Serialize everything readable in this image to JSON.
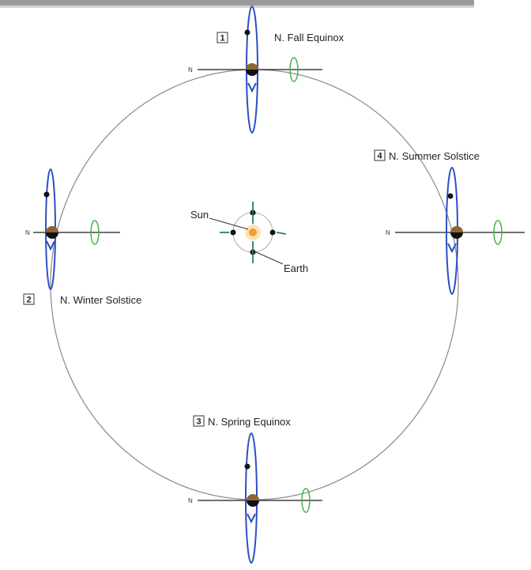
{
  "positions": [
    {
      "number": "1",
      "label": "N. Fall Equinox"
    },
    {
      "number": "2",
      "label": "N. Winter Solstice"
    },
    {
      "number": "3",
      "label": "N. Spring Equinox"
    },
    {
      "number": "4",
      "label": "N. Summer Solstice"
    }
  ],
  "center": {
    "sun_label": "Sun",
    "earth_label": "Earth"
  },
  "axis_marker": "N",
  "colors": {
    "orbit": "#8a8a8a",
    "axis": "#1a1a1a",
    "loop": "#2b4fc7",
    "green": "#44b54a",
    "sun": "#f0a030",
    "sunGlow": "#fbe3b8",
    "moonBody": "#111111",
    "header": "#777777"
  }
}
